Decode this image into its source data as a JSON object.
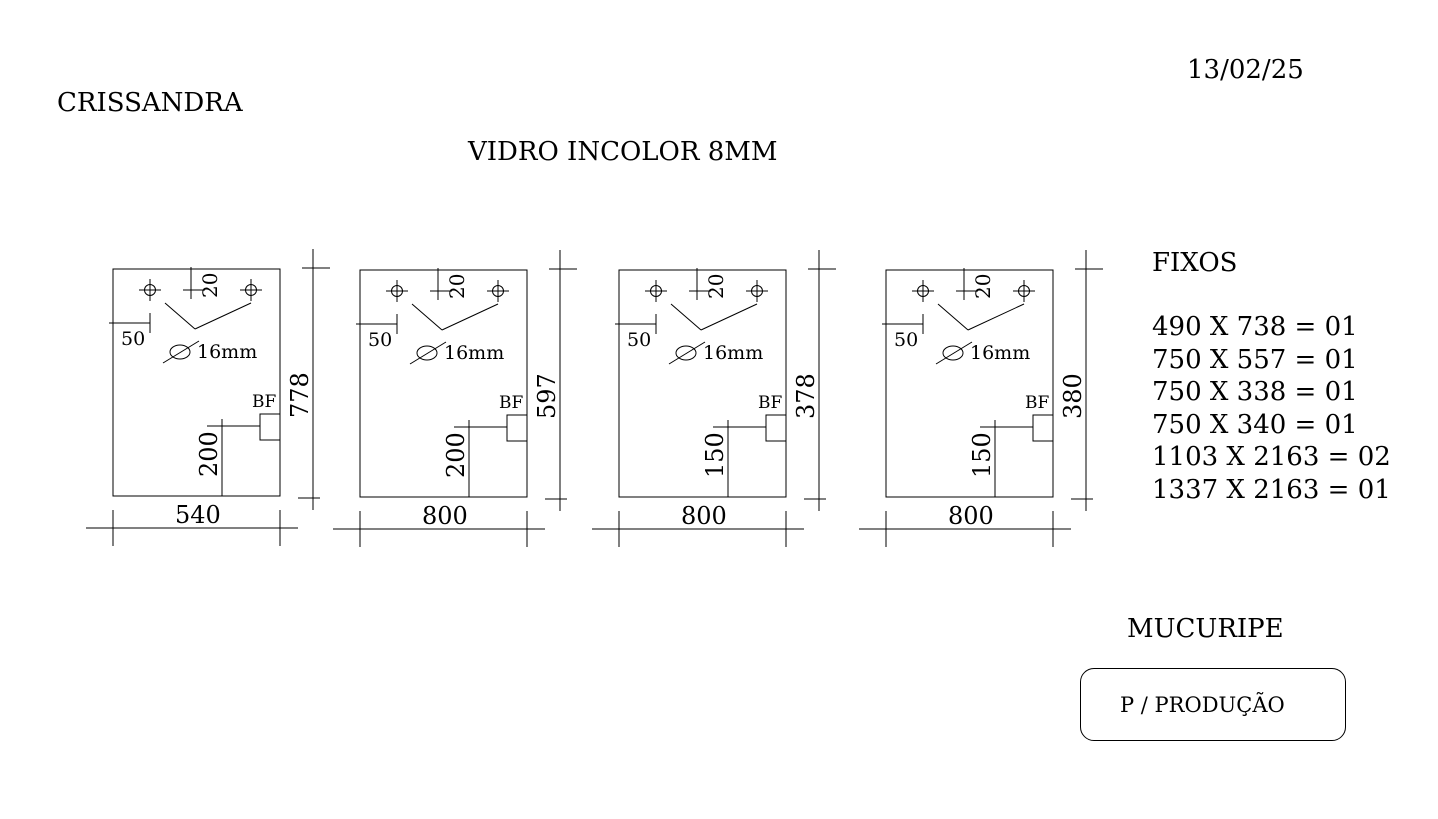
{
  "header": {
    "client": "CRISSANDRA",
    "date": "13/02/25",
    "material": "VIDRO INCOLOR 8MM"
  },
  "panels": [
    {
      "width": "540",
      "height": "778",
      "hole_spacing": "20",
      "hole_offset": "50",
      "hole_diameter": "16mm",
      "fitting": "BF",
      "fitting_height": "200"
    },
    {
      "width": "800",
      "height": "597",
      "hole_spacing": "20",
      "hole_offset": "50",
      "hole_diameter": "16mm",
      "fitting": "BF",
      "fitting_height": "200"
    },
    {
      "width": "800",
      "height": "378",
      "hole_spacing": "20",
      "hole_offset": "50",
      "hole_diameter": "16mm",
      "fitting": "BF",
      "fitting_height": "150"
    },
    {
      "width": "800",
      "height": "380",
      "hole_spacing": "20",
      "hole_offset": "50",
      "hole_diameter": "16mm",
      "fitting": "BF",
      "fitting_height": "150"
    }
  ],
  "fixos": {
    "title": "FIXOS",
    "items": [
      "490 X 738 = 01",
      "750 X 557 = 01",
      "750 X 338 = 01",
      "750 X 340 = 01",
      "1103 X 2163 = 02",
      "1337 X 2163 = 01"
    ]
  },
  "footer": {
    "location": "MUCURIPE",
    "stamp": "P / PRODUÇÃO"
  }
}
